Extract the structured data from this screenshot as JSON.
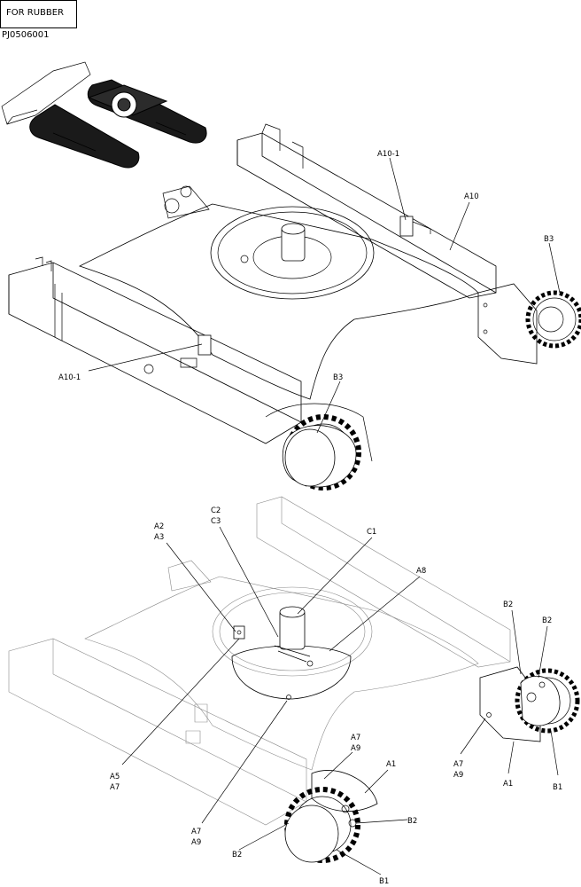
{
  "header": {
    "tag": "FOR RUBBER",
    "code": "PJ0506001"
  },
  "labels": {
    "top_a10_1_upper": "A10-1",
    "top_a10": "A10",
    "top_b3_right": "B3",
    "top_a10_1_left": "A10-1",
    "top_b3_front": "B3",
    "bot_c2": "C2",
    "bot_c3": "C3",
    "bot_a2": "A2",
    "bot_a3": "A3",
    "bot_c1": "C1",
    "bot_a8": "A8",
    "bot_b2_r1": "B2",
    "bot_b2_r2": "B2",
    "bot_a5": "A5",
    "bot_a7_l": "A7",
    "bot_a7_c": "A7",
    "bot_a9_c": "A9",
    "bot_a7_mid": "A7",
    "bot_a9_mid": "A9",
    "bot_a1_mid": "A1",
    "bot_a7_r": "A7",
    "bot_a9_r": "A9",
    "bot_a1_r": "A1",
    "bot_b1_r": "B1",
    "bot_b2_front": "B2",
    "bot_b2_left": "B2",
    "bot_b1_front": "B1"
  }
}
